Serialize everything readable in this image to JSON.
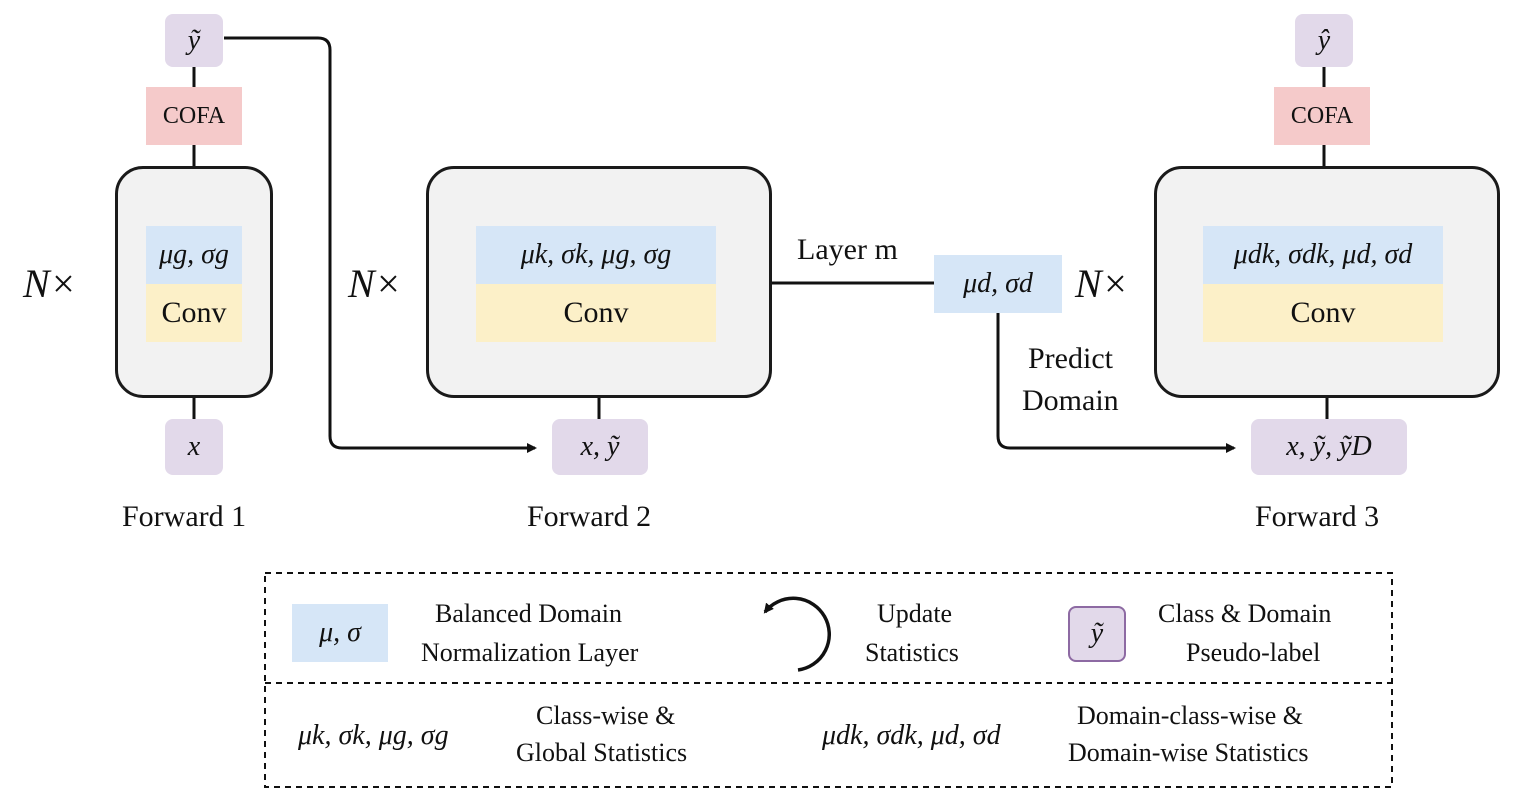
{
  "colors": {
    "label_fill": "#e2d9ea",
    "label_border": "#8d6aa3",
    "cofa_fill": "#f5caca",
    "stat_fill": "#d6e6f7",
    "conv_fill": "#fcf0c8",
    "block_fill": "#f2f2f2",
    "line": "#111111"
  },
  "forward1": {
    "caption": "Forward 1",
    "repeat": "N×",
    "output": "ỹ",
    "cofa": "COFA",
    "stats": "μg, σg",
    "conv": "Conv",
    "input": "x"
  },
  "forward2": {
    "caption": "Forward 2",
    "repeat": "N×",
    "stats": "μk, σk, μg, σg",
    "conv": "Conv",
    "input": "x, ỹ",
    "layer_label": "Layer m"
  },
  "middle": {
    "domain_stats": "μd, σd",
    "predict_line1": "Predict",
    "predict_line2": "Domain"
  },
  "forward3": {
    "caption": "Forward 3",
    "repeat": "N×",
    "output": "ŷ",
    "cofa": "COFA",
    "stats": "μdk, σdk, μd, σd",
    "conv": "Conv",
    "input": "x, ỹ, ỹD"
  },
  "legend": {
    "bdn_swatch": "μ, σ",
    "bdn_line1": "Balanced Domain",
    "bdn_line2": "Normalization Layer",
    "update_line1": "Update",
    "update_line2": "Statistics",
    "pseudo_swatch": "ỹ",
    "pseudo_line1": "Class & Domain",
    "pseudo_line2": "Pseudo-label",
    "class_math": "μk, σk, μg, σg",
    "class_line1": "Class-wise &",
    "class_line2": "Global Statistics",
    "domain_math": "μdk, σdk, μd, σd",
    "domain_line1": "Domain-class-wise &",
    "domain_line2": "Domain-wise Statistics"
  }
}
